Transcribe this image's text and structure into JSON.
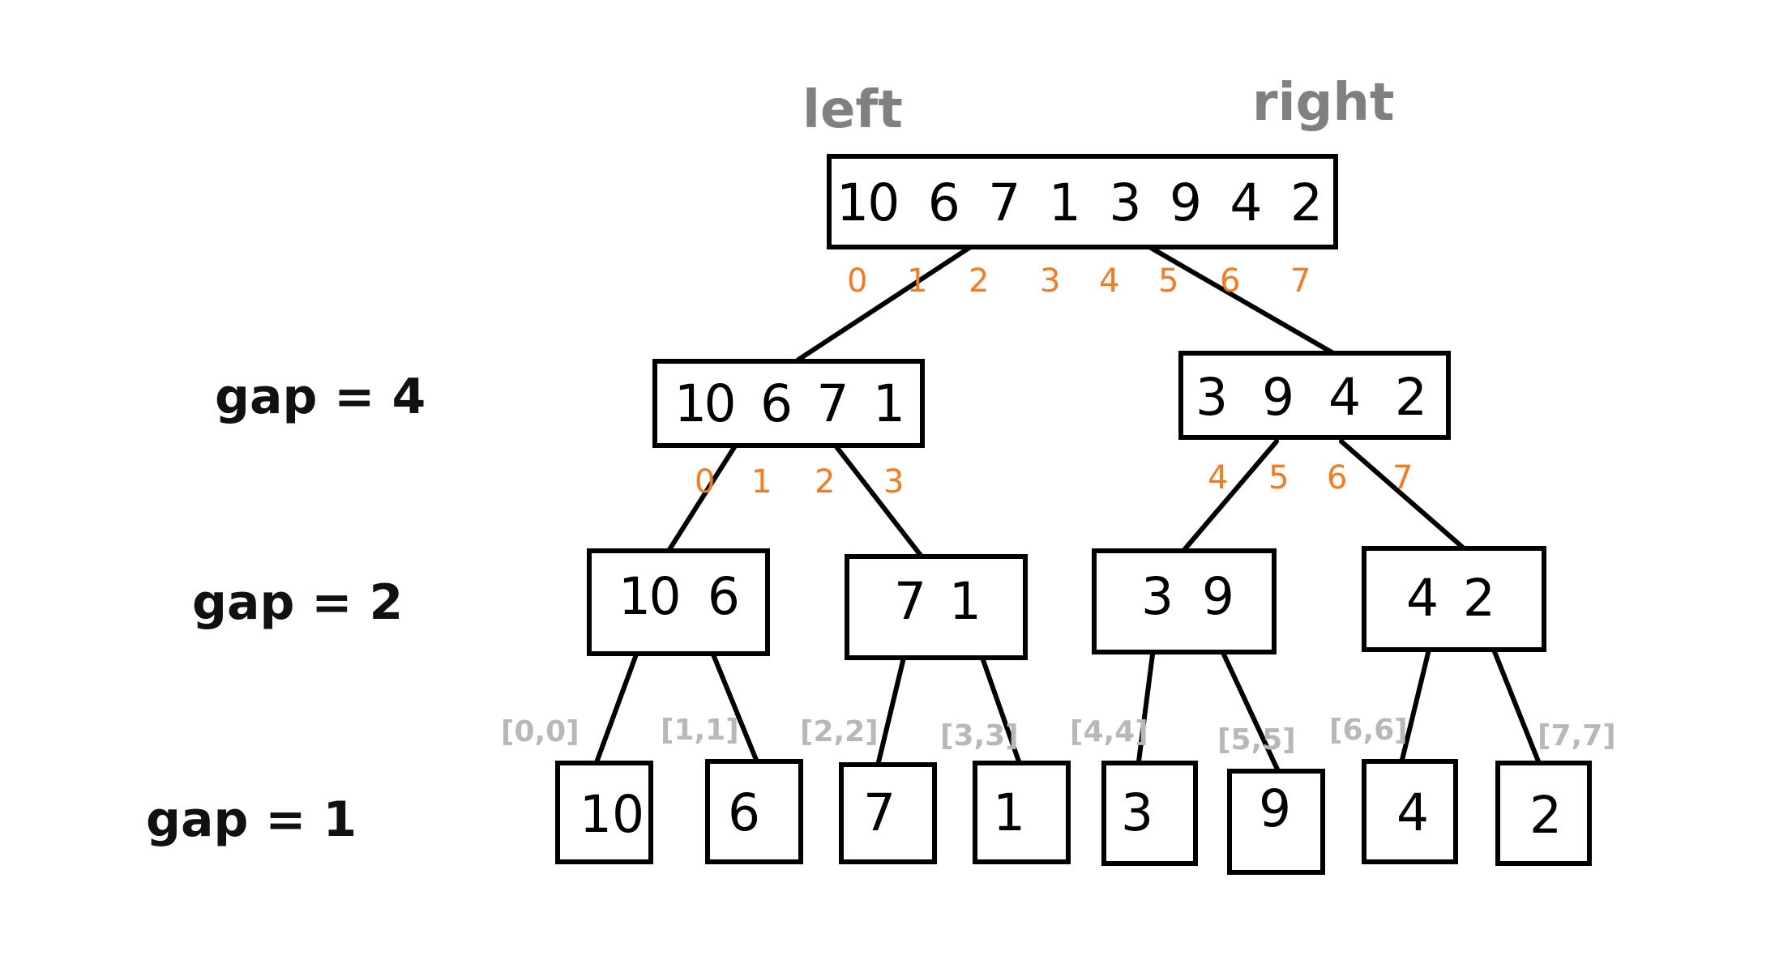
{
  "pointers": {
    "left": "left",
    "right": "right"
  },
  "gap_labels": [
    "gap = 4",
    "gap = 2",
    "gap = 1"
  ],
  "levels": {
    "root": "10  6  7  1  3  9  4  2",
    "half": [
      "10  6  7  1",
      "3  9  4  2"
    ],
    "quarter": [
      "10  6",
      "7  1",
      "3  9",
      "4  2"
    ],
    "leaves": [
      "10",
      "6",
      "7",
      "1",
      "3",
      "9",
      "4",
      "2"
    ]
  },
  "index_labels": {
    "root": [
      "0",
      "1",
      "2",
      "3",
      "4",
      "5",
      "6",
      "7"
    ],
    "left_half": [
      "0",
      "1",
      "2",
      "3"
    ],
    "right_half": [
      "4",
      "5",
      "6",
      "7"
    ]
  },
  "ranges": [
    "[0,0]",
    "[1,1]",
    "[2,2]",
    "[3,3]",
    "[4,4]",
    "[5,5]",
    "[6,6]",
    "[7,7]"
  ],
  "colors": {
    "index": "#f47b20",
    "range": "#b8b8b8",
    "pointer": "#808080"
  }
}
